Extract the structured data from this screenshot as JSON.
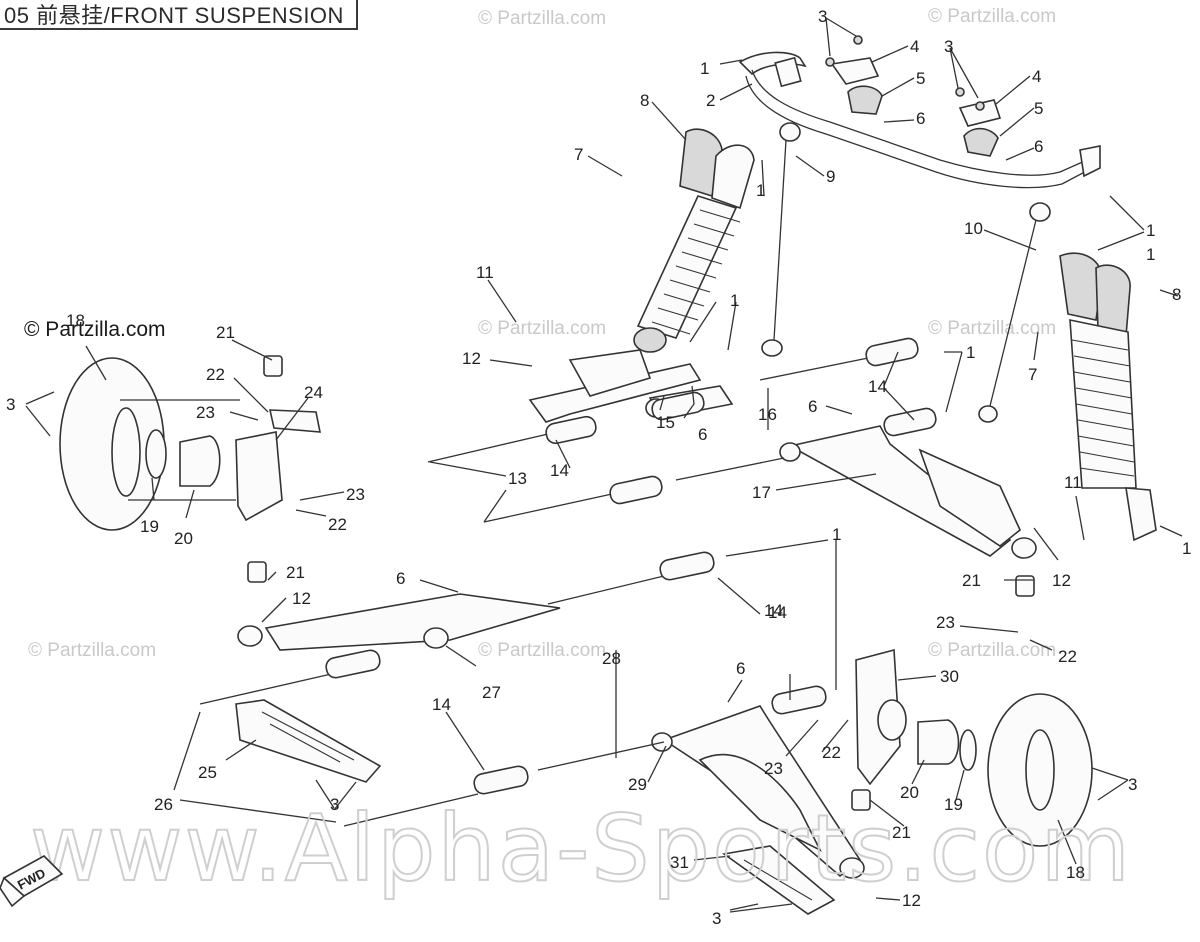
{
  "diagram": {
    "title": "05 前悬挂/FRONT SUSPENSION",
    "copyright_notice": "© Partzilla.com",
    "watermark_small": "© Partzilla.com",
    "watermark_large": "www.Alpha-Sports.com",
    "fwd_badge": "FWD",
    "callouts": [
      {
        "id": "c-1a",
        "label": "1"
      },
      {
        "id": "c-2",
        "label": "2"
      },
      {
        "id": "c-3a",
        "label": "3"
      },
      {
        "id": "c-4a",
        "label": "4"
      },
      {
        "id": "c-5a",
        "label": "5"
      },
      {
        "id": "c-6a",
        "label": "6"
      },
      {
        "id": "c-3b",
        "label": "3"
      },
      {
        "id": "c-4b",
        "label": "4"
      },
      {
        "id": "c-5b",
        "label": "5"
      },
      {
        "id": "c-6b",
        "label": "6"
      },
      {
        "id": "c-8a",
        "label": "8"
      },
      {
        "id": "c-7a",
        "label": "7"
      },
      {
        "id": "c-1b",
        "label": "1"
      },
      {
        "id": "c-9",
        "label": "9"
      },
      {
        "id": "c-1c",
        "label": "1"
      },
      {
        "id": "c-10",
        "label": "10"
      },
      {
        "id": "c-1d",
        "label": "1"
      },
      {
        "id": "c-8b",
        "label": "8"
      },
      {
        "id": "c-11a",
        "label": "11"
      },
      {
        "id": "c-12a",
        "label": "12"
      },
      {
        "id": "c-1e",
        "label": "1"
      },
      {
        "id": "c-1f",
        "label": "1"
      },
      {
        "id": "c-7b",
        "label": "7"
      },
      {
        "id": "c-18a",
        "label": "18"
      },
      {
        "id": "c-21a",
        "label": "21"
      },
      {
        "id": "c-22a",
        "label": "22"
      },
      {
        "id": "c-23a",
        "label": "23"
      },
      {
        "id": "c-24",
        "label": "24"
      },
      {
        "id": "c-3c",
        "label": "3"
      },
      {
        "id": "c-14a",
        "label": "14"
      },
      {
        "id": "c-6c",
        "label": "6"
      },
      {
        "id": "c-15",
        "label": "15"
      },
      {
        "id": "c-16",
        "label": "16"
      },
      {
        "id": "c-6d",
        "label": "6"
      },
      {
        "id": "c-14b",
        "label": "14"
      },
      {
        "id": "c-13",
        "label": "13"
      },
      {
        "id": "c-17",
        "label": "17"
      },
      {
        "id": "c-23b",
        "label": "23"
      },
      {
        "id": "c-22b",
        "label": "22"
      },
      {
        "id": "c-19a",
        "label": "19"
      },
      {
        "id": "c-20a",
        "label": "20"
      },
      {
        "id": "c-11b",
        "label": "11"
      },
      {
        "id": "c-12b",
        "label": "12"
      },
      {
        "id": "c-1g",
        "label": "1"
      },
      {
        "id": "c-21b",
        "label": "21"
      },
      {
        "id": "c-12c",
        "label": "12"
      },
      {
        "id": "c-6e",
        "label": "6"
      },
      {
        "id": "c-1h",
        "label": "1"
      },
      {
        "id": "c-14c",
        "label": "14"
      },
      {
        "id": "c-21c",
        "label": "21"
      },
      {
        "id": "c-23c",
        "label": "23"
      },
      {
        "id": "c-22c",
        "label": "22"
      },
      {
        "id": "c-27",
        "label": "27"
      },
      {
        "id": "c-28",
        "label": "28"
      },
      {
        "id": "c-30",
        "label": "30"
      },
      {
        "id": "c-6f",
        "label": "6"
      },
      {
        "id": "c-14d",
        "label": "14"
      },
      {
        "id": "c-25",
        "label": "25"
      },
      {
        "id": "c-26",
        "label": "26"
      },
      {
        "id": "c-3d",
        "label": "3"
      },
      {
        "id": "c-14e",
        "label": "14"
      },
      {
        "id": "c-29",
        "label": "29"
      },
      {
        "id": "c-23d",
        "label": "23"
      },
      {
        "id": "c-22d",
        "label": "22"
      },
      {
        "id": "c-20b",
        "label": "20"
      },
      {
        "id": "c-19b",
        "label": "19"
      },
      {
        "id": "c-3e",
        "label": "3"
      },
      {
        "id": "c-21d",
        "label": "21"
      },
      {
        "id": "c-18b",
        "label": "18"
      },
      {
        "id": "c-31",
        "label": "31"
      },
      {
        "id": "c-3f",
        "label": "3"
      },
      {
        "id": "c-12d",
        "label": "12"
      }
    ]
  }
}
